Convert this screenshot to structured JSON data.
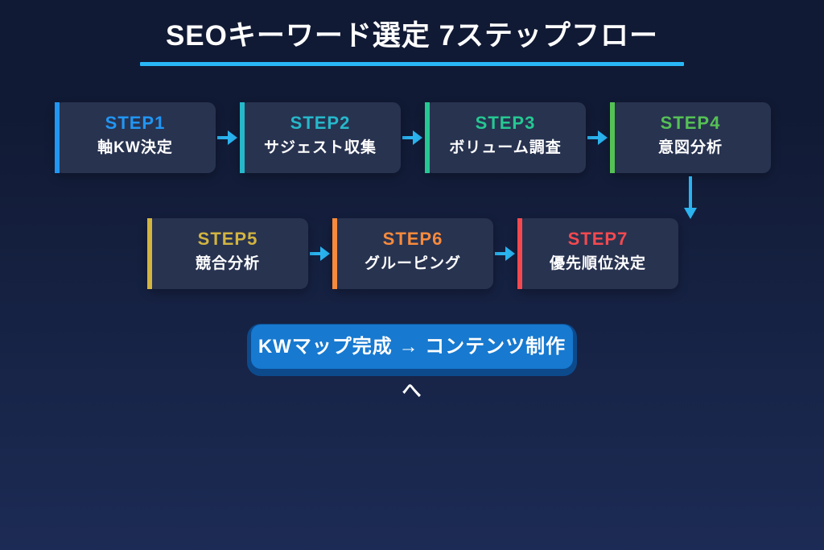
{
  "title": {
    "text": "SEOキーワード選定 7ステップフロー",
    "underline_color": "#29b6f6"
  },
  "steps": [
    {
      "label": "STEP1",
      "name": "軸KW決定",
      "accent": "#2196f3"
    },
    {
      "label": "STEP2",
      "name": "サジェスト収集",
      "accent": "#26b8ca"
    },
    {
      "label": "STEP3",
      "name": "ボリューム調査",
      "accent": "#25c892"
    },
    {
      "label": "STEP4",
      "name": "意図分析",
      "accent": "#55c155"
    },
    {
      "label": "STEP5",
      "name": "競合分析",
      "accent": "#d2b440"
    },
    {
      "label": "STEP6",
      "name": "グルーピング",
      "accent": "#f88a3c"
    },
    {
      "label": "STEP7",
      "name": "優先順位決定",
      "accent": "#f4494f"
    }
  ],
  "arrows": {
    "color": "#2ab3ef"
  },
  "cta": {
    "label": "KWマップ完成 → コンテンツ制作へ",
    "bg": "#1779cf",
    "shadow": "#0c4a8c"
  },
  "colors": {
    "bg_top": "#111a34",
    "bg_bottom": "#1c2b55",
    "box_bg": "#283350"
  }
}
